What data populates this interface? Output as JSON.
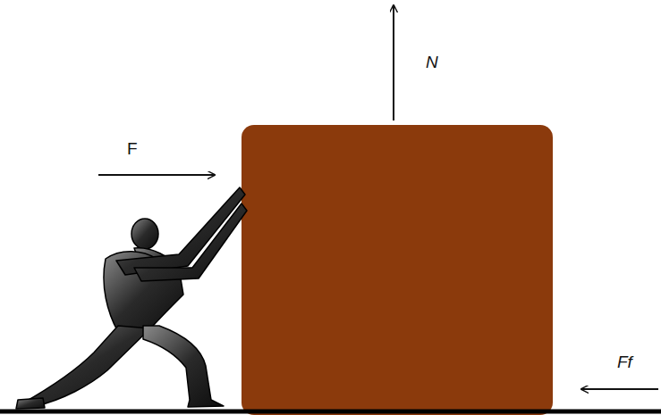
{
  "diagram": {
    "labels": [
      "F",
      "N",
      "Ff"
    ]
  }
}
